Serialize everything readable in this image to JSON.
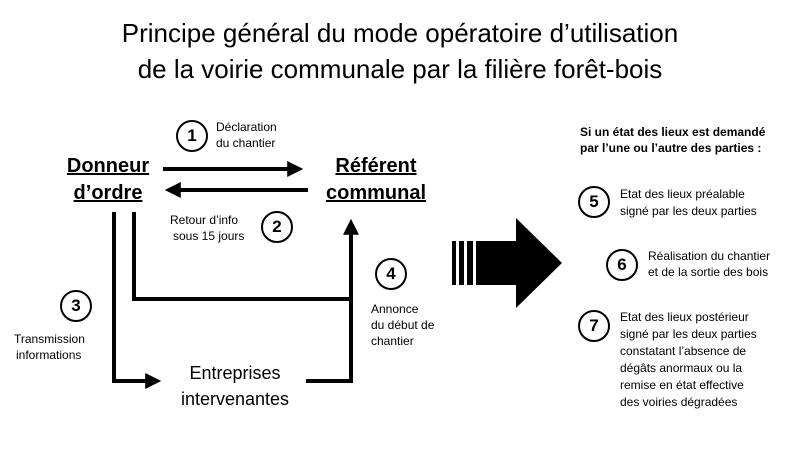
{
  "title": {
    "line1": "Principe général du mode opératoire d’utilisation",
    "line2": "de la voirie communale par la filière forêt-bois"
  },
  "nodes": {
    "donneur_line1": "Donneur",
    "donneur_line2": "d’ordre",
    "referent_line1": "Référent",
    "referent_line2": "communal",
    "entreprises_line1": "Entreprises",
    "entreprises_line2": "intervenantes"
  },
  "steps": [
    {
      "num": "1",
      "text_line1": "Déclaration",
      "text_line2": "du chantier"
    },
    {
      "num": "2",
      "text_line1": "Retour d’info",
      "text_line2": "sous 15 jours"
    },
    {
      "num": "3",
      "text_line1": "Transmission",
      "text_line2": "informations"
    },
    {
      "num": "4",
      "text_line1": "Annonce",
      "text_line2": "du début de",
      "text_line3": "chantier"
    }
  ],
  "right_panel": {
    "heading_line1": "Si un état des lieux est demandé",
    "heading_line2": "par l’une ou l’autre des parties :",
    "items": [
      {
        "num": "5",
        "lines": [
          "Etat des lieux préalable",
          "signé par les deux parties"
        ]
      },
      {
        "num": "6",
        "lines": [
          "Réalisation du chantier",
          "et de la sortie des bois"
        ]
      },
      {
        "num": "7",
        "lines": [
          "Etat des lieux postérieur",
          "signé par les deux parties",
          "constatant l’absence de",
          "dégâts anormaux ou la",
          "remise en état effective",
          "des voiries dégradées"
        ]
      }
    ]
  }
}
